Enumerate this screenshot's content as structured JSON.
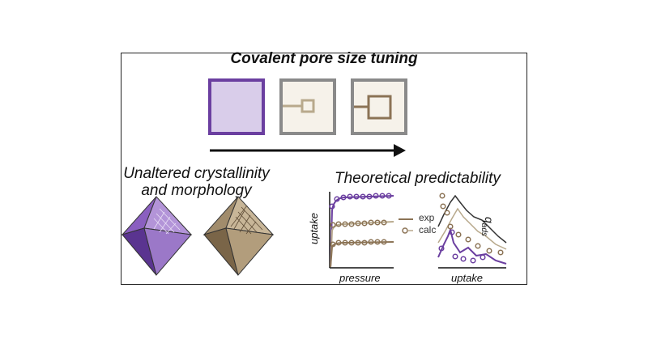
{
  "title": "Covalent pore size tuning",
  "left_caption": [
    "Unaltered crystallinity",
    "and morphology"
  ],
  "right_caption": "Theoretical predictability",
  "plot1": {
    "xlabel": "pressure",
    "ylabel": "uptake"
  },
  "plot2": {
    "xlabel": "uptake",
    "ylabel": "q",
    "ylabel_sub": "ads"
  },
  "legend": {
    "exp": "exp",
    "calc": "calc"
  },
  "colors": {
    "purple": "#6b3fa0",
    "purple_light": "#d9cdea",
    "tan": "#b8a98c",
    "brown": "#8b7355",
    "gray": "#8a8a8a",
    "cream": "#f6f2ea"
  }
}
